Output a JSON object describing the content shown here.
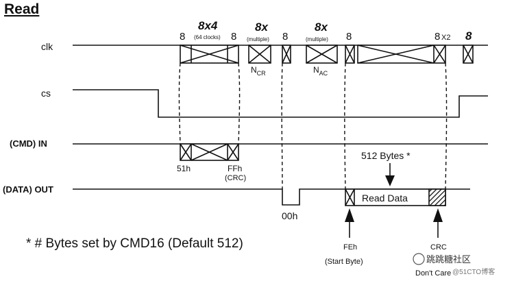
{
  "title": "Read",
  "signals": {
    "clk": "clk",
    "cs": "cs",
    "cmd_in": "(CMD) IN",
    "data_out": "(DATA) OUT"
  },
  "clk_labels": {
    "c1": "8",
    "c2_main": "8x4",
    "c2_sub": "(64 clocks)",
    "c3": "8",
    "c4_main": "8x",
    "c4_sub": "(multiple)",
    "c5": "8",
    "c6_main": "8x",
    "c6_sub": "(multiple)",
    "c7": "8",
    "c8": "8",
    "c8_suffix": "X2",
    "c9": "8",
    "ncr_main": "N",
    "ncr_sub": "CR",
    "nac_main": "N",
    "nac_sub": "AC"
  },
  "cmd_labels": {
    "h51": "51h",
    "ffh": "FFh",
    "crc": "(CRC)"
  },
  "data_labels": {
    "bytes": "512 Bytes  *",
    "read_data": "Read Data",
    "h00": "00h",
    "feh": "FEh",
    "start_byte": "(Start Byte)",
    "crc": "CRC",
    "dont_care": "Don't Care"
  },
  "footnote": "* # Bytes set by CMD16 (Default 512)",
  "watermark": {
    "main": "跳跳糖社区",
    "sub": "@51CTO博客"
  }
}
